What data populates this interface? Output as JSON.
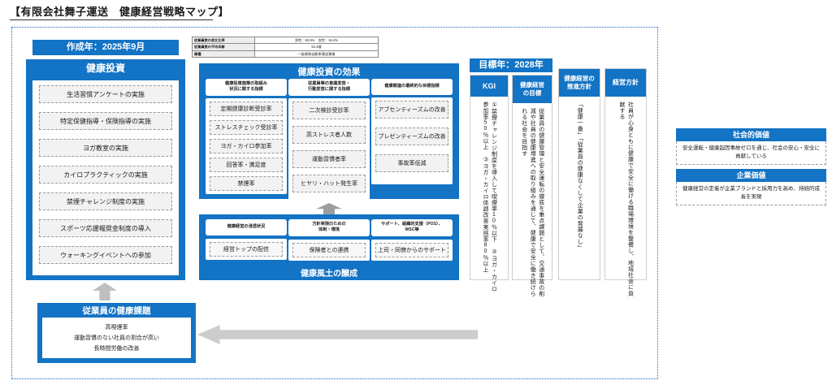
{
  "document": {
    "title": "【有限会社舞子運送　健康経営戦略マップ】"
  },
  "made_year": {
    "label": "作成年：2025年9月"
  },
  "company_facts": {
    "rows": [
      {
        "key": "従業員数の男女比率",
        "value": "男性：83.6%　女性：16.4%"
      },
      {
        "key": "従業員数の平均年齢",
        "value": "52.3歳"
      },
      {
        "key": "業種",
        "value": "一般貨物自動車運送事業"
      }
    ]
  },
  "health_investment": {
    "title": "健康投資",
    "items": [
      "生活習慣アンケートの実施",
      "特定保健指導・保険指導の実施",
      "ヨガ教室の実施",
      "カイロプラクティックの実施",
      "禁煙チャレンジ制度の実施",
      "スポーツ応援報奨金制度の導入",
      "ウォーキングイベントへの参加"
    ]
  },
  "investment_effect": {
    "title": "健康投資の効果",
    "columns": [
      {
        "header": "健康投資施策の取組み\n状況に関する指標",
        "header_line1": "健康投資施策の取組み",
        "header_line2": "状況に関する指標",
        "items": [
          "定期健康診断受診率",
          "ストレスチェック受診率",
          "ヨガ・カイロ参加率",
          "回答率・満足度",
          "禁煙率"
        ]
      },
      {
        "header_line1": "従業員等の意識変容・",
        "header_line2": "行動変容に関する指標",
        "items": [
          "二次検診受診率",
          "高ストレス者人数",
          "運動習慣者率",
          "ヒヤリ・ハット発生率"
        ]
      },
      {
        "header_line1": "健康関連の最終的な目標指標",
        "header_line2": "",
        "items": [
          "アブセンティーズムの改善",
          "プレゼンティーズムの改善",
          "事故率低減"
        ]
      }
    ]
  },
  "health_culture": {
    "title": "健康風土の醸成",
    "columns": [
      {
        "header_line1": "健康経営の浸透状況",
        "header_line2": "",
        "item": "経営トップの配信"
      },
      {
        "header_line1": "方針実現のための",
        "header_line2": "体制・環境",
        "item": "保険者との連携"
      },
      {
        "header_line1": "サポート、組織的支援（POS）、",
        "header_line2": "WSC等",
        "item": "上司・同僚からのサポート"
      }
    ]
  },
  "goal_year": {
    "label": "目標年：2028年"
  },
  "kgi": {
    "header": "KGI",
    "text": "①禁煙チャレンジ制度を導入して喫煙率10％以下　②ヨガ・カイロ参加率50％以上　③ヨガ・カイロ体調改善実感率80％以上"
  },
  "health_goal": {
    "header_line1": "健康経営",
    "header_line2": "の目標",
    "text": "従業員の健康管理と安全運転の徹底を重点課題として、交通事故の削減や社員の健康増進への取り組みを通じて、健康で安全に働き続けられる社会を目指す"
  },
  "promotion_policy": {
    "header_line1": "健康経営の",
    "header_line2": "推進方針",
    "text": "「健康一番」「従業員の健康なくして企業の発展なし」"
  },
  "management_policy": {
    "header": "経営方針",
    "text": "社員が心身ともに健康で安全に働ける職場環境を整備し、地域社会に貢献する"
  },
  "employee_issues": {
    "title": "従業員の健康課題",
    "lines": [
      "高喫煙率",
      "運動習慣のない社員の割合が高い",
      "長時間労働の改善"
    ]
  },
  "social_value": {
    "header": "社会的価値",
    "text": "安全運転・健康起因事故ゼロを通じ、社会の安心・安全に貢献している"
  },
  "corporate_value": {
    "header": "企業価値",
    "text": "健康経営の定着が企業ブランドと採用力を高め、持続的成長を実現"
  },
  "colors": {
    "brand_blue": "#1373c4",
    "arrow_gray": "#bfbfbf",
    "item_gray": "#f2f2f2"
  }
}
